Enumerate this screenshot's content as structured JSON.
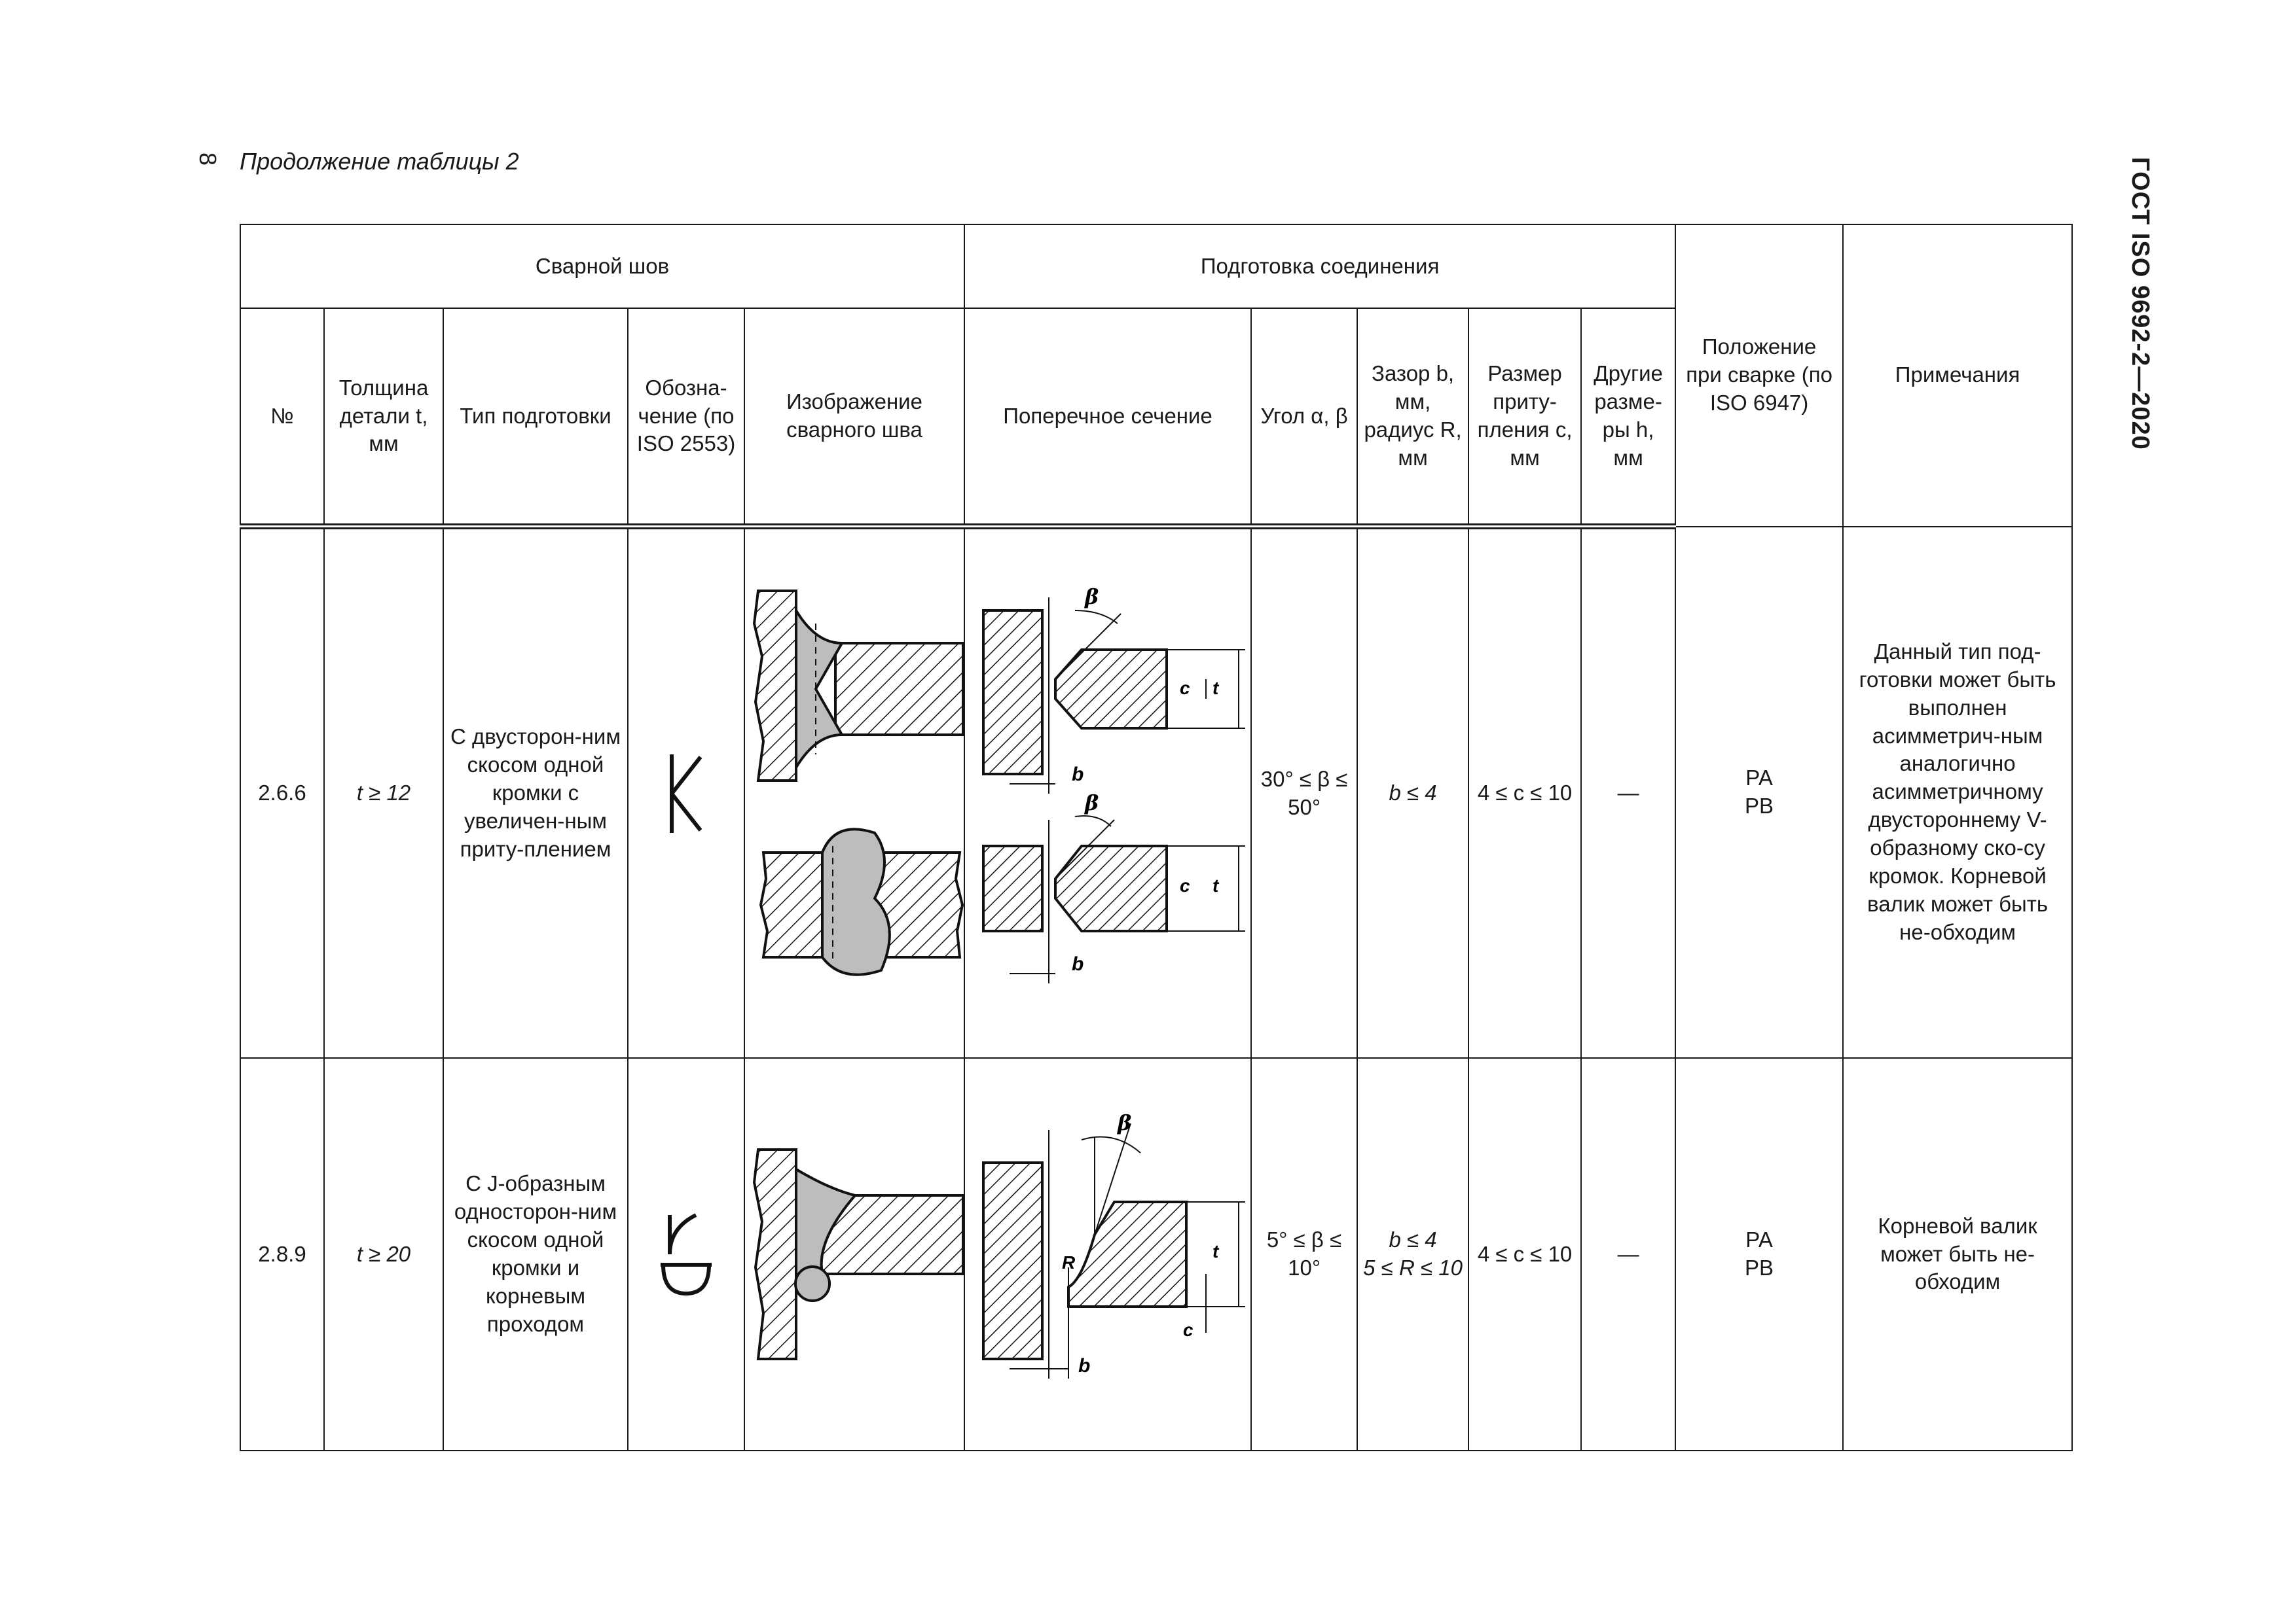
{
  "page": {
    "number": "8",
    "continuation": "Продолжение таблицы 2",
    "standard": "ГОСТ ISO 9692-2—2020"
  },
  "header": {
    "group_weld": "Сварной шов",
    "group_prep": "Подготовка соединения",
    "col_no": "№",
    "col_thickness": "Толщина детали t, мм",
    "col_type": "Тип подготовки",
    "col_symbol": "Обозна-чение (по ISO 2553)",
    "col_image": "Изображение сварного шва",
    "col_section": "Поперечное сечение",
    "col_angle": "Угол α, β",
    "col_gap": "Зазор b, мм, радиус R, мм",
    "col_root": "Размер приту-пления c, мм",
    "col_other": "Другие разме-ры h, мм",
    "col_position": "Положение при сварке (по ISO 6947)",
    "col_notes": "Примечания"
  },
  "rows": [
    {
      "no": "2.6.6",
      "thickness": "t ≥ 12",
      "type": "С двусторон-ним скосом одной кромки с увеличен-ным приту-плением",
      "angle": "30° ≤ β ≤ 50°",
      "gap": "b ≤ 4",
      "root": "4 ≤ c ≤ 10",
      "other": "—",
      "position": "PA PB",
      "notes": "Данный тип под-готовки может быть выполнен асимметрич-ным аналогично асимметричному двустороннему V-образному ско-су кромок. Корневой валик может быть не-обходим"
    },
    {
      "no": "2.8.9",
      "thickness": "t ≥ 20",
      "type": "С J-образным односторон-ним скосом одной кромки и корневым проходом",
      "angle": "5° ≤ β ≤ 10°",
      "gap": "b ≤ 4\n5 ≤ R ≤ 10",
      "root": "4 ≤ c ≤ 10",
      "other": "—",
      "position": "PA PB",
      "notes": "Корневой валик может быть не-обходим"
    }
  ],
  "labels": {
    "beta": "β",
    "b": "b",
    "c": "c",
    "t": "t",
    "R": "R"
  }
}
